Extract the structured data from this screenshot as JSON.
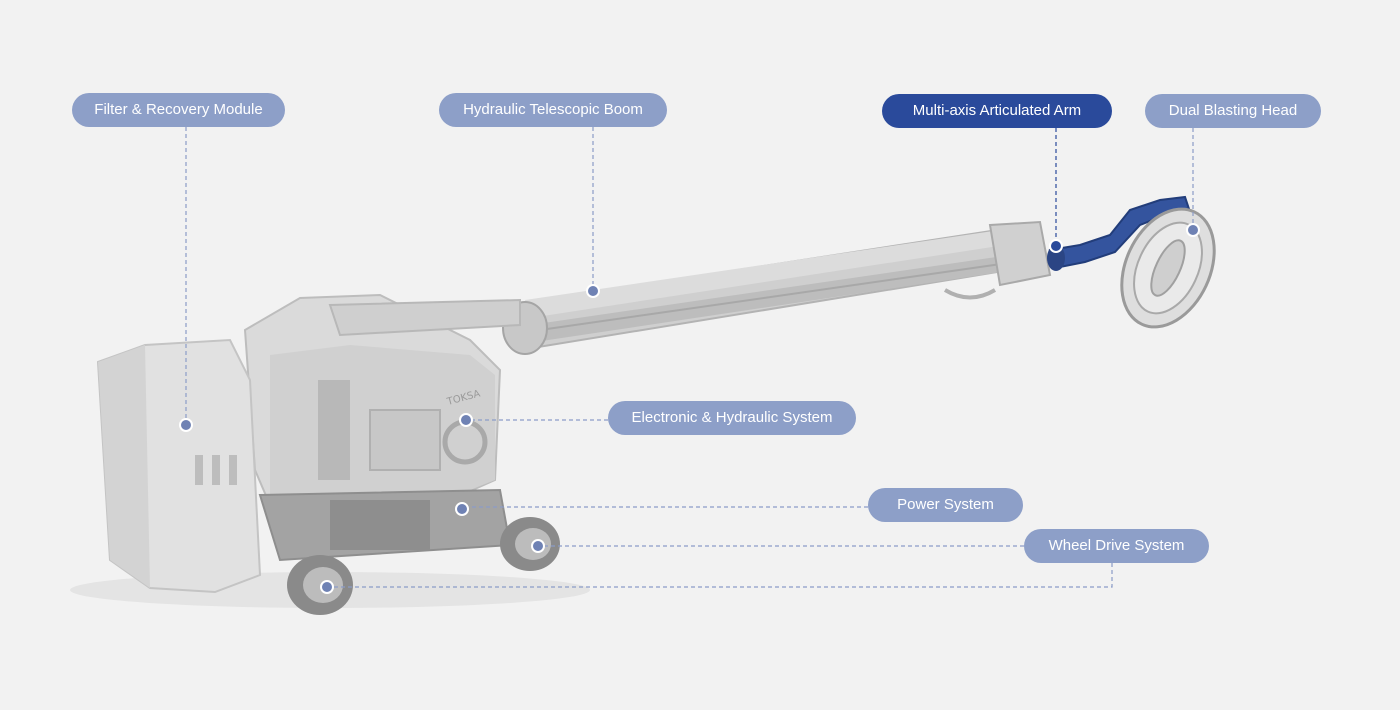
{
  "colors": {
    "background": "#f2f2f2",
    "label_default": "#8d9fc8",
    "label_active": "#2a4a9b",
    "leader_line": "#8b9cc8",
    "machine_body": "#d9d9d9",
    "machine_shade": "#bdbdbd",
    "machine_dark": "#8e8e8e",
    "highlight_part": "#34549e"
  },
  "machine": {
    "brand_mark": "TOKSA"
  },
  "labels": [
    {
      "id": "filter",
      "text": "Filter & Recovery Module",
      "active": false
    },
    {
      "id": "boom",
      "text": "Hydraulic Telescopic Boom",
      "active": false
    },
    {
      "id": "arm",
      "text": "Multi-axis Articulated Arm",
      "active": true
    },
    {
      "id": "head",
      "text": "Dual Blasting Head",
      "active": false
    },
    {
      "id": "electronic",
      "text": "Electronic & Hydraulic System",
      "active": false
    },
    {
      "id": "power",
      "text": "Power System",
      "active": false
    },
    {
      "id": "wheel",
      "text": "Wheel Drive System",
      "active": false
    }
  ]
}
